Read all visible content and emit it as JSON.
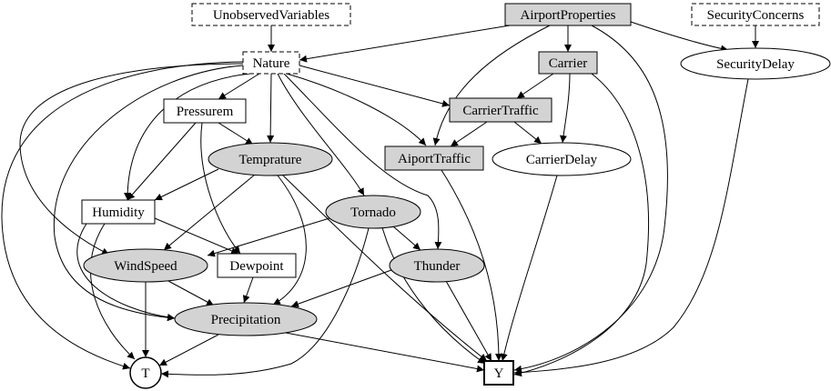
{
  "colors": {
    "stroke": "#000000",
    "observed_fill": "#ffffff",
    "latent_fill": "#d3d3d3"
  },
  "nodes": {
    "unobserved_variables": "UnobservedVariables",
    "airport_properties": "AirportProperties",
    "security_concerns": "SecurityConcerns",
    "nature": "Nature",
    "carrier": "Carrier",
    "security_delay": "SecurityDelay",
    "pressurem": "Pressurem",
    "carrier_traffic": "CarrierTraffic",
    "temprature": "Temprature",
    "aiport_traffic": "AiportTraffic",
    "carrier_delay": "CarrierDelay",
    "humidity": "Humidity",
    "tornado": "Tornado",
    "wind_speed": "WindSpeed",
    "dewpoint": "Dewpoint",
    "thunder": "Thunder",
    "precipitation": "Precipitation",
    "t": "T",
    "y": "Y"
  },
  "edges": [
    [
      "unobserved_variables",
      "nature"
    ],
    [
      "airport_properties",
      "nature"
    ],
    [
      "airport_properties",
      "carrier"
    ],
    [
      "airport_properties",
      "security_delay"
    ],
    [
      "airport_properties",
      "aiport_traffic"
    ],
    [
      "airport_properties",
      "y"
    ],
    [
      "security_concerns",
      "security_delay"
    ],
    [
      "nature",
      "pressurem"
    ],
    [
      "nature",
      "humidity"
    ],
    [
      "nature",
      "temprature"
    ],
    [
      "nature",
      "carrier_traffic"
    ],
    [
      "nature",
      "aiport_traffic"
    ],
    [
      "nature",
      "tornado"
    ],
    [
      "nature",
      "thunder"
    ],
    [
      "nature",
      "wind_speed"
    ],
    [
      "nature",
      "precipitation"
    ],
    [
      "nature",
      "t"
    ],
    [
      "carrier",
      "carrier_traffic"
    ],
    [
      "carrier",
      "carrier_delay"
    ],
    [
      "carrier",
      "y"
    ],
    [
      "carrier_traffic",
      "aiport_traffic"
    ],
    [
      "carrier_traffic",
      "carrier_delay"
    ],
    [
      "security_delay",
      "y"
    ],
    [
      "pressurem",
      "temprature"
    ],
    [
      "pressurem",
      "humidity"
    ],
    [
      "pressurem",
      "dewpoint"
    ],
    [
      "temprature",
      "humidity"
    ],
    [
      "temprature",
      "wind_speed"
    ],
    [
      "temprature",
      "precipitation"
    ],
    [
      "temprature",
      "y"
    ],
    [
      "aiport_traffic",
      "y"
    ],
    [
      "carrier_delay",
      "y"
    ],
    [
      "humidity",
      "dewpoint"
    ],
    [
      "humidity",
      "precipitation"
    ],
    [
      "humidity",
      "t"
    ],
    [
      "tornado",
      "wind_speed"
    ],
    [
      "tornado",
      "thunder"
    ],
    [
      "tornado",
      "t"
    ],
    [
      "tornado",
      "y"
    ],
    [
      "wind_speed",
      "precipitation"
    ],
    [
      "wind_speed",
      "t"
    ],
    [
      "dewpoint",
      "precipitation"
    ],
    [
      "thunder",
      "precipitation"
    ],
    [
      "thunder",
      "y"
    ],
    [
      "precipitation",
      "t"
    ],
    [
      "precipitation",
      "y"
    ]
  ]
}
